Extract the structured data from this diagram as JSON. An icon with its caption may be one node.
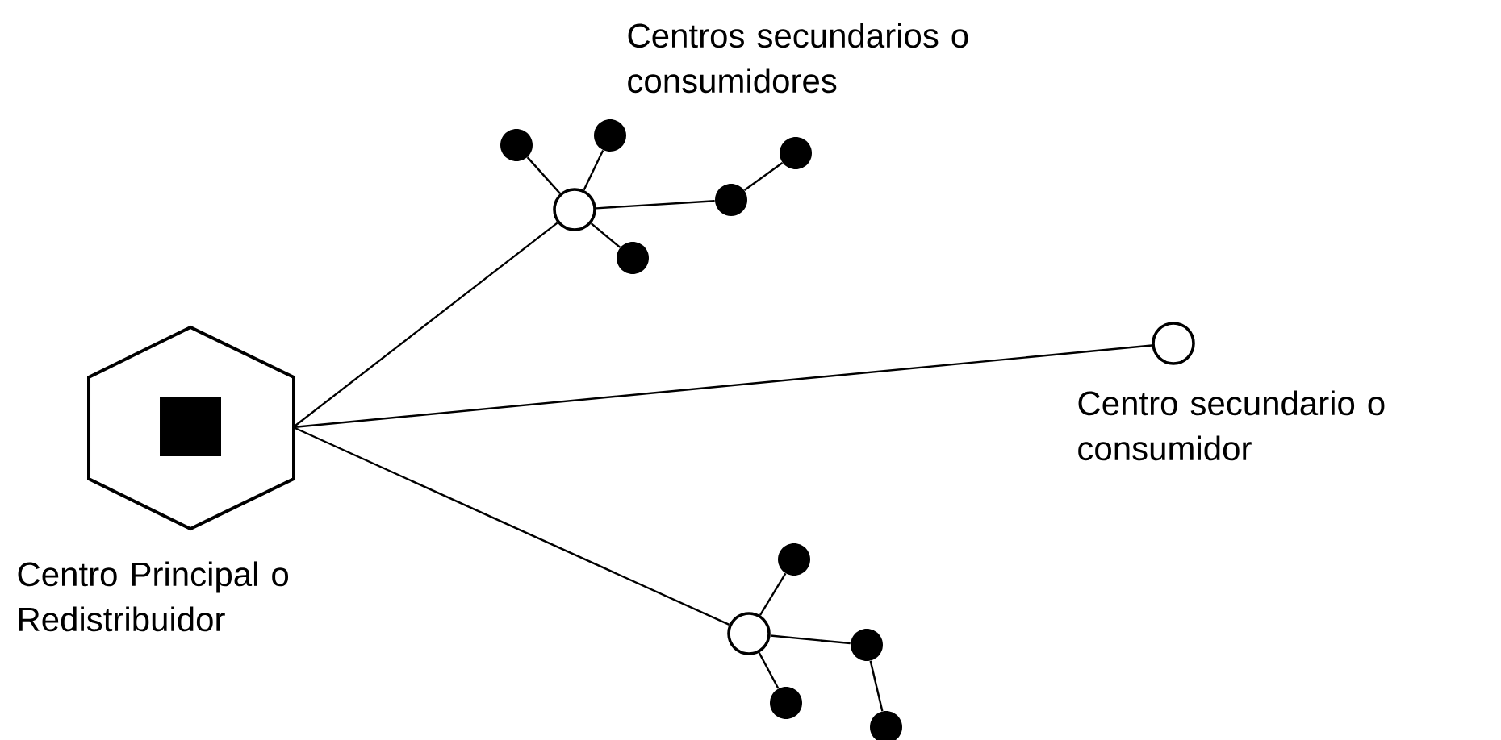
{
  "diagram": {
    "nodes": [
      {
        "text": [
          "Centro Principal o Redistribuidor"
        ]
      },
      {
        "text": [
          "Centros secundarios o consumidores"
        ]
      },
      {
        "text": [
          "Centro secundario o consumidor"
        ]
      },
      {
        "text": [],
        "shape": "circle"
      },
      {
        "text": [],
        "shape": "circle"
      },
      {
        "text": [],
        "shape": "circle"
      },
      {
        "text": [],
        "shape": "circle"
      },
      {
        "text": [],
        "shape": "circle"
      },
      {
        "text": [],
        "shape": "circle"
      },
      {
        "text": [],
        "shape": "circle"
      },
      {
        "text": [],
        "shape": "circle"
      },
      {
        "text": [],
        "shape": "circle"
      },
      {
        "text": [],
        "shape": "circle"
      }
    ],
    "edges": [
      {
        "from": 0,
        "to": 1,
        "arrow": "none"
      },
      {
        "from": 0,
        "to": 2,
        "arrow": "none"
      },
      {
        "from": 0,
        "to": 3,
        "arrow": "none"
      },
      {
        "from": 1,
        "to": 4,
        "arrow": "none"
      },
      {
        "from": 1,
        "to": 5,
        "arrow": "none"
      },
      {
        "from": 1,
        "to": 6,
        "arrow": "none"
      },
      {
        "from": 1,
        "to": 7,
        "arrow": "none"
      },
      {
        "from": 7,
        "to": 8,
        "arrow": "none"
      },
      {
        "from": 3,
        "to": 9,
        "arrow": "none"
      },
      {
        "from": 3,
        "to": 10,
        "arrow": "none"
      },
      {
        "from": 3,
        "to": 11,
        "arrow": "none"
      },
      {
        "from": 11,
        "to": 12,
        "arrow": "none"
      }
    ]
  }
}
